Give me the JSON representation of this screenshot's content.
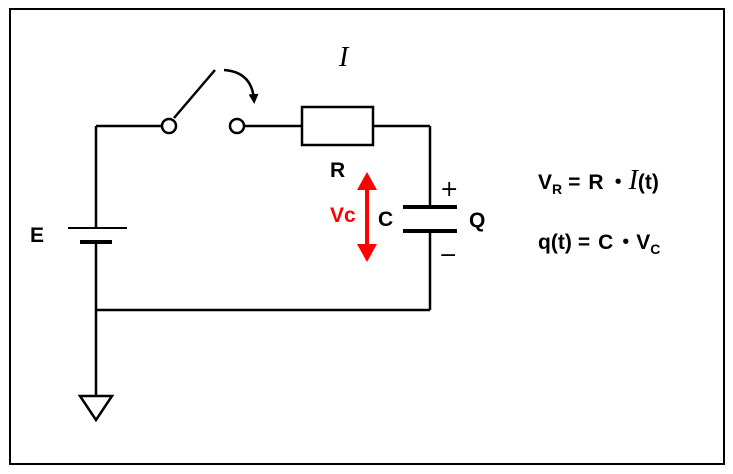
{
  "current_label": "I",
  "resistor_label": "R",
  "battery_label": "E",
  "capacitor_label": "C",
  "charge_label": "Q",
  "voltage_label": "Vc",
  "plus_sign": "+",
  "minus_sign": "−",
  "equation1": {
    "lhs": "V",
    "lhs_sub": "R",
    "eq": "=",
    "r": "R",
    "dot": "・",
    "i": "I",
    "arg": "(t)"
  },
  "equation2": {
    "lhs": "q(t)",
    "eq": "=",
    "c": "C",
    "dot": "・",
    "v": "V",
    "v_sub": "C"
  },
  "colors": {
    "voltage_arrow": "#ff0000",
    "wire": "#000000"
  }
}
